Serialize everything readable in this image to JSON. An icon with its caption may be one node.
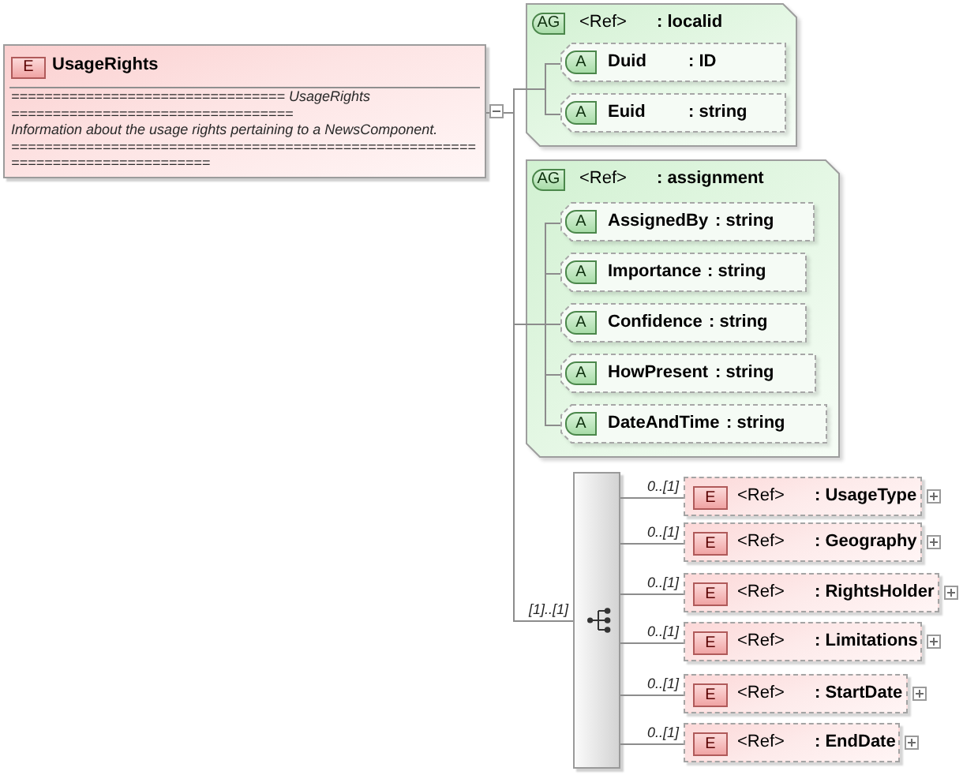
{
  "diagram": {
    "nodes": [
      {
        "text": [
          "E",
          "UsageRights",
          "================================= UsageRights",
          "==================================",
          "Information about the usage rights pertaining to a NewsComponent.",
          "======================================================== ========================"
        ]
      },
      {
        "text": [
          "AG",
          "<Ref>",
          ": localid"
        ]
      },
      {
        "text": [
          "A",
          "Duid",
          ": ID"
        ],
        "in": 1
      },
      {
        "text": [
          "A",
          "Euid",
          ": string"
        ],
        "in": 1
      },
      {
        "text": [
          "AG",
          "<Ref>",
          ": assignment"
        ]
      },
      {
        "text": [
          "A",
          "AssignedBy",
          ": string"
        ],
        "in": 4
      },
      {
        "text": [
          "A",
          "Importance",
          ": string"
        ],
        "in": 4
      },
      {
        "text": [
          "A",
          "Confidence",
          ": string"
        ],
        "in": 4
      },
      {
        "text": [
          "A",
          "HowPresent",
          ": string"
        ],
        "in": 4
      },
      {
        "text": [
          "A",
          "DateAndTime",
          ": string"
        ],
        "in": 4
      },
      {
        "text": [],
        "shape": "bar"
      },
      {
        "text": [
          "E",
          "<Ref>",
          ": UsageType"
        ]
      },
      {
        "text": [
          "E",
          "<Ref>",
          ": Geography"
        ]
      },
      {
        "text": [
          "E",
          "<Ref>",
          ": RightsHolder"
        ]
      },
      {
        "text": [
          "E",
          "<Ref>",
          ": Limitations"
        ]
      },
      {
        "text": [
          "E",
          "<Ref>",
          ": StartDate"
        ]
      },
      {
        "text": [
          "E",
          "<Ref>",
          ": EndDate"
        ]
      }
    ],
    "edges": [
      {
        "from": 0,
        "to": 1,
        "arrow": "none"
      },
      {
        "from": 1,
        "to": 2,
        "arrow": "none"
      },
      {
        "from": 1,
        "to": 3,
        "arrow": "none"
      },
      {
        "from": 0,
        "to": 4,
        "arrow": "none"
      },
      {
        "from": 4,
        "to": 5,
        "arrow": "none"
      },
      {
        "from": 4,
        "to": 6,
        "arrow": "none"
      },
      {
        "from": 4,
        "to": 7,
        "arrow": "none"
      },
      {
        "from": 4,
        "to": 8,
        "arrow": "none"
      },
      {
        "from": 4,
        "to": 9,
        "arrow": "none"
      },
      {
        "from": 0,
        "to": 10,
        "arrow": "none",
        "label": "[1]..[1]"
      },
      {
        "from": 10,
        "to": 11,
        "arrow": "none",
        "label": "0..[1]"
      },
      {
        "from": 10,
        "to": 12,
        "arrow": "none",
        "label": "0..[1]"
      },
      {
        "from": 10,
        "to": 13,
        "arrow": "none",
        "label": "0..[1]"
      },
      {
        "from": 10,
        "to": 14,
        "arrow": "none",
        "label": "0..[1]"
      },
      {
        "from": 10,
        "to": 15,
        "arrow": "none",
        "label": "0..[1]"
      },
      {
        "from": 10,
        "to": 16,
        "arrow": "none",
        "label": "0..[1]"
      }
    ]
  }
}
